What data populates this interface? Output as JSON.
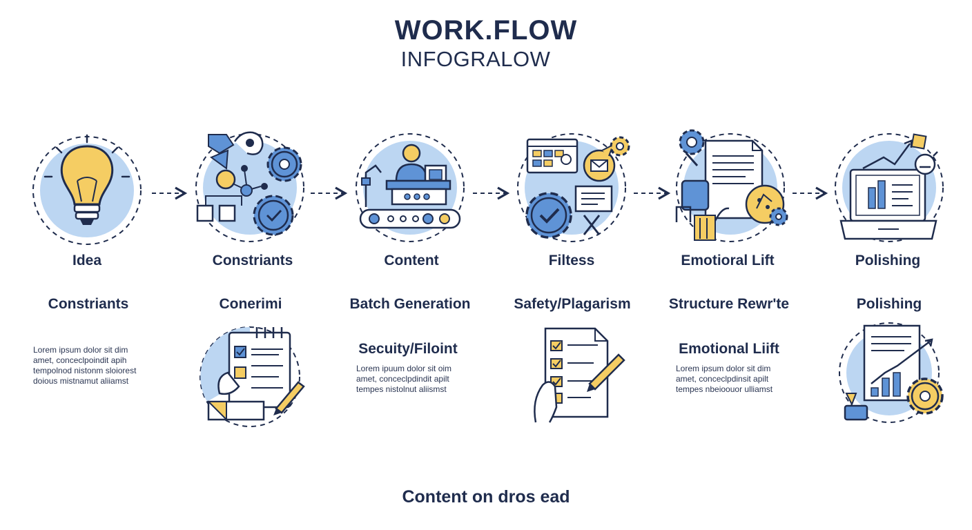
{
  "header": {
    "title": "WORK.FLOW",
    "subtitle": "INFOGRALOW"
  },
  "steps": [
    {
      "label": "Idea",
      "icon": "lightbulb-icon"
    },
    {
      "label": "Constriants",
      "icon": "gears-network-icon"
    },
    {
      "label": "Content",
      "icon": "conveyor-worker-icon"
    },
    {
      "label": "Filtess",
      "icon": "dashboard-gear-check-icon"
    },
    {
      "label": "Emotioral Lift",
      "icon": "document-gear-icon"
    },
    {
      "label": "Polishing",
      "icon": "laptop-chart-icon"
    }
  ],
  "sublabels": [
    "Constriants",
    "Conerimi",
    "Batch Generation",
    "Safety/Plagarism",
    "Structure Rewr'te",
    "Polishing"
  ],
  "details": {
    "col1_text": "Lorem ipsum dolor sit dim\namet, conceclpoindit apih\ntempolnod nistonm sloiorest\ndoious mistnamut aliiamst",
    "col3_title": "Secuity/Filoint",
    "col3_text": "Lorem ipuum dolor sit oim\namet, conceclpdindit apilt\ntempes nistolnut aliismst",
    "col5_title": "Emotional Liift",
    "col5_text": "Lorem ipsum dolor sit dim\namet, conceclpdinsit apilt\ntempes nbeioouor ulliamst"
  },
  "bottom_icons": [
    "checklist-notepad-hand-icon",
    "checklist-pencil-hand-icon",
    "report-chart-gear-icon"
  ],
  "footer": {
    "text": "Content on dros ead"
  },
  "colors": {
    "navy": "#1f2c4d",
    "light_blue": "#bcd6f2",
    "mid_blue": "#5f93d6",
    "yellow": "#f5cd63"
  }
}
